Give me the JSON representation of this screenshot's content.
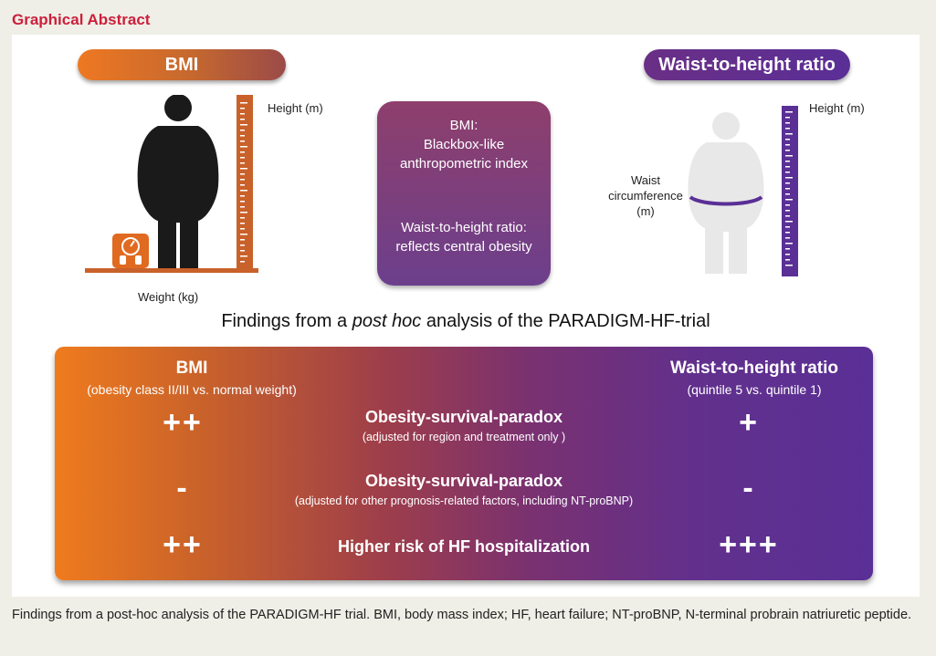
{
  "title": "Graphical Abstract",
  "bmi_panel": {
    "pill_label": "BMI",
    "height_label": "Height (m)",
    "weight_label": "Weight (kg)",
    "colors": {
      "accent": "#ee7822",
      "figure": "#1a1a1a",
      "ruler": "#c9612a"
    }
  },
  "wthr_panel": {
    "pill_label": "Waist-to-height ratio",
    "height_label": "Height (m)",
    "waist_label_1": "Waist",
    "waist_label_2": "circumference",
    "waist_label_3": "(m)",
    "colors": {
      "accent": "#5a2f96",
      "figure": "#e8e8e8"
    }
  },
  "center_box": {
    "line1": "BMI:",
    "line2": "Blackbox-like",
    "line3": "anthropometric index",
    "line4": "Waist-to-height ratio:",
    "line5": "reflects central obesity"
  },
  "findings": {
    "title_prefix": "Findings from a ",
    "title_italic": "post hoc",
    "title_suffix": " analysis of the PARADIGM-HF-trial",
    "left_header": "BMI",
    "left_sub": "(obesity class II/III vs. normal weight)",
    "right_header": "Waist-to-height ratio",
    "right_sub": "(quintile 5 vs. quintile 1)",
    "rows": [
      {
        "label": "Obesity-survival-paradox",
        "note": "(adjusted for region and treatment only )",
        "left": "++",
        "right": "+"
      },
      {
        "label": "Obesity-survival-paradox",
        "note": "(adjusted for other prognosis-related factors, including NT-proBNP)",
        "left": "-",
        "right": "-"
      },
      {
        "label": "Higher risk of HF hospitalization",
        "note": "",
        "left": "++",
        "right": "+++"
      }
    ]
  },
  "caption": {
    "text": "Findings from a post-hoc analysis of the PARADIGM-HF trial. BMI, body mass index; HF, heart failure; NT-proBNP, N-terminal probrain natriuretic peptide."
  }
}
